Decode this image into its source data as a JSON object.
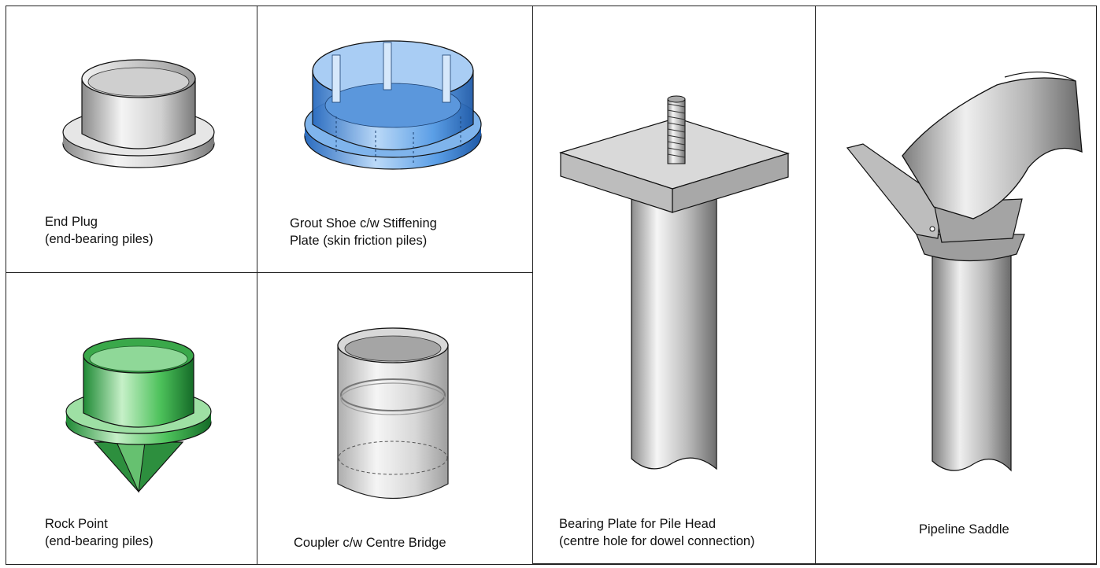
{
  "cells": {
    "end_plug": {
      "line1": "End Plug",
      "line2": "(end-bearing piles)"
    },
    "grout_shoe": {
      "line1": "Grout Shoe c/w Stiffening",
      "line2": "Plate (skin friction piles)"
    },
    "rock_point": {
      "line1": "Rock Point",
      "line2": "(end-bearing piles)"
    },
    "coupler": {
      "line1": "Coupler c/w Centre Bridge"
    },
    "bearing_plate": {
      "line1": "Bearing Plate for Pile Head",
      "line2": "(centre hole for dowel connection)"
    },
    "pipeline_saddle": {
      "line1": "Pipeline Saddle"
    }
  },
  "colors": {
    "border": "#222222",
    "grey_part": "#c8c8c8",
    "blue_part": "#4a8fd8",
    "green_part": "#3cb54a",
    "plate_top": "#d9d9d9"
  }
}
